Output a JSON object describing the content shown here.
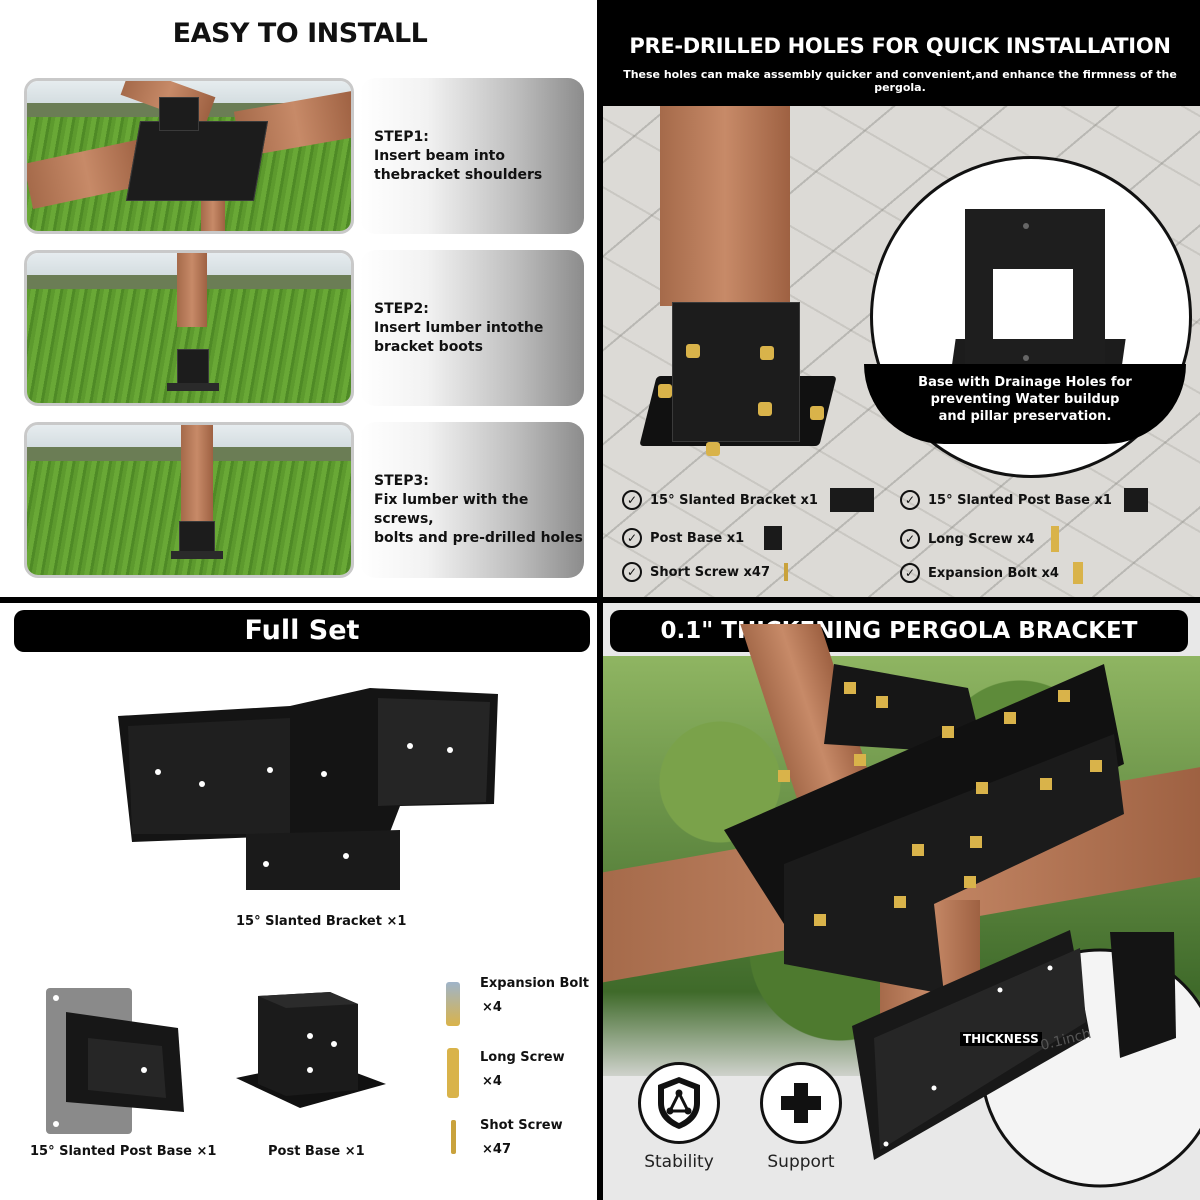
{
  "easy_install": {
    "title": "EASY TO INSTALL",
    "steps": [
      {
        "heading": "STEP1:",
        "line1": "Insert beam into",
        "line2": "thebracket shoulders"
      },
      {
        "heading": "STEP2:",
        "line1": "Insert lumber intothe",
        "line2": "bracket boots"
      },
      {
        "heading": "STEP3:",
        "line1": "Fix lumber with the screws,",
        "line2": "bolts and pre-drilled holes"
      }
    ]
  },
  "predrilled": {
    "title": "PRE-DRILLED HOLES FOR QUICK INSTALLATION",
    "subtitle": "These holes can make assembly quicker and convenient,and enhance the firmness of the pergola.",
    "callout_line1": "Base with Drainage Holes for",
    "callout_line2": "preventing Water buildup",
    "callout_line3": "and pillar preservation.",
    "parts": [
      "15° Slanted Bracket x1",
      "15° Slanted Post Base x1",
      "Post Base x1",
      "Long Screw x4",
      "Short Screw x47",
      "Expansion Bolt x4"
    ]
  },
  "full_set": {
    "title": "Full Set",
    "slanted_bracket": "15° Slanted Bracket ×1",
    "slanted_post_base": "15° Slanted Post Base ×1",
    "post_base": "Post Base ×1",
    "expansion_bolt": "Expansion Bolt",
    "expansion_bolt_qty": "×4",
    "long_screw": "Long Screw",
    "long_screw_qty": "×4",
    "shot_screw": "Shot Screw",
    "shot_screw_qty": "×47"
  },
  "thickening": {
    "title": "0.1\" THICKENING PERGOLA BRACKET",
    "thickness_label": "THICKNESS",
    "thickness_value": "0.1inch",
    "stability": "Stability",
    "support": "Support"
  },
  "colors": {
    "bracket_black": "#1c1c1c",
    "wood": "#b77a57",
    "bolt_gold": "#d9b34a"
  }
}
